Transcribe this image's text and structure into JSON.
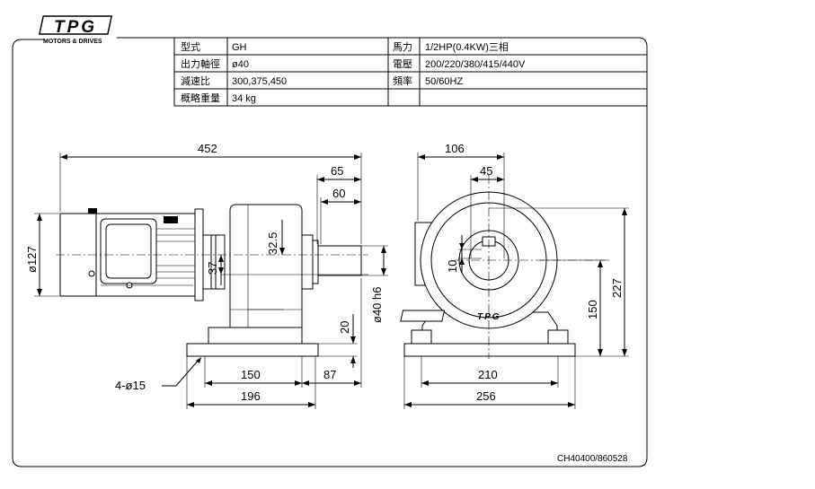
{
  "logo": {
    "brand": "TPG",
    "tagline": "MOTORS & DRIVES"
  },
  "specs": {
    "rows": [
      {
        "label1": "型式",
        "value1": "GH",
        "label2": "馬力",
        "value2": "1/2HP(0.4KW)三相"
      },
      {
        "label1": "出力軸徑",
        "value1": "ø40",
        "label2": "電壓",
        "value2": "200/220/380/415/440V"
      },
      {
        "label1": "減速比",
        "value1": "300,375,450",
        "label2": "頻率",
        "value2": "50/60HZ"
      },
      {
        "label1": "概略重量",
        "value1": "34 kg",
        "label2": "",
        "value2": ""
      }
    ]
  },
  "dimensions": {
    "overall_length": "452",
    "shaft_65": "65",
    "shaft_60": "60",
    "motor_dia": "ø127",
    "center_37": "37",
    "center_32_5": "32.5",
    "shaft_dia": "ø40 h6",
    "base_height": "20",
    "holes": "4-ø15",
    "base_150": "150",
    "base_87": "87",
    "base_196": "196",
    "end_106": "106",
    "end_45": "45",
    "key_10": "10",
    "end_150": "150",
    "end_227": "227",
    "end_210": "210",
    "end_256": "256"
  },
  "drawing_number": "CH40400/860528"
}
